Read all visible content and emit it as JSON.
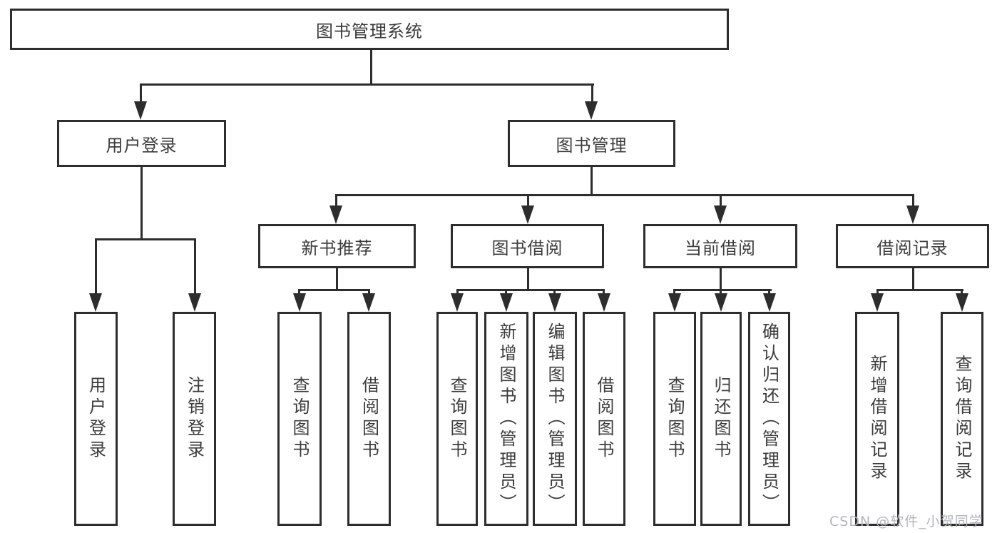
{
  "diagram": {
    "type": "tree",
    "title": "图书管理系统"
  },
  "tree": {
    "root": "图书管理系统",
    "branches": [
      {
        "label": "用户登录",
        "children": [
          "用户登录",
          "注销登录"
        ]
      },
      {
        "label": "图书管理",
        "groups": [
          {
            "label": "新书推荐",
            "children": [
              "查询图书",
              "借阅图书"
            ]
          },
          {
            "label": "图书借阅",
            "children": [
              "查询图书",
              "新增图书（管理员）",
              "编辑图书（管理员）",
              "借阅图书"
            ]
          },
          {
            "label": "当前借阅",
            "children": [
              "查询图书",
              "归还图书",
              "确认归还（管理员）"
            ]
          },
          {
            "label": "借阅记录",
            "children": [
              "新增借阅记录",
              "查询借阅记录"
            ]
          }
        ]
      }
    ]
  },
  "watermark": {
    "text": "CSDN @软件_小贺同学"
  },
  "colors": {
    "line": "#2d2d2d",
    "text": "#3c3c3c",
    "background": "#ffffff",
    "watermark": "#b3b6bb"
  }
}
